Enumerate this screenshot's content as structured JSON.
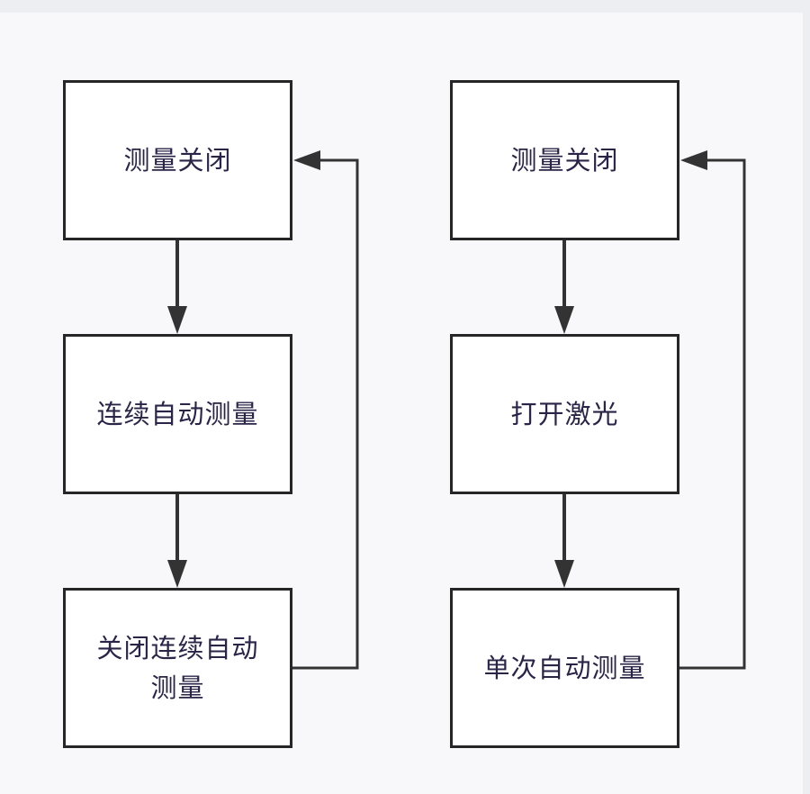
{
  "diagram": {
    "left_flow": {
      "boxes": [
        {
          "label": "测量关闭"
        },
        {
          "label": "连续自动测量"
        },
        {
          "label": "关闭连续自动测量"
        }
      ]
    },
    "right_flow": {
      "boxes": [
        {
          "label": "测量关闭"
        },
        {
          "label": "打开激光"
        },
        {
          "label": "单次自动测量"
        }
      ]
    }
  },
  "colors": {
    "background": "#f8f8fa",
    "box_border": "#262626",
    "text": "#2a2446",
    "arrow": "#333333"
  }
}
